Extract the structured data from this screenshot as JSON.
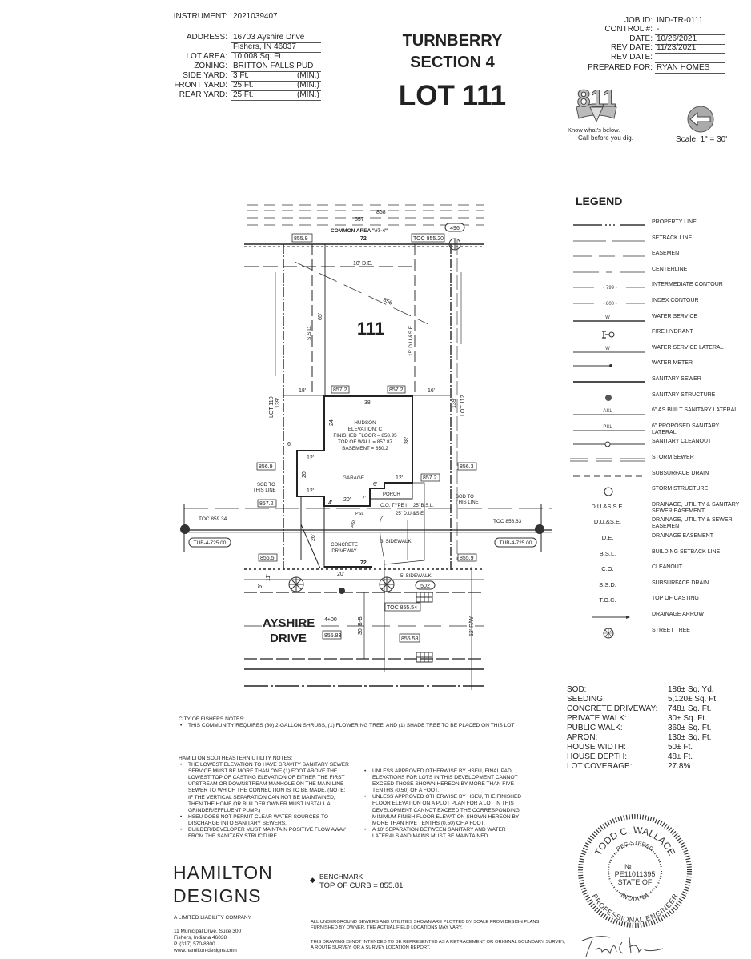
{
  "lot_info": {
    "instrument_label": "INSTRUMENT:",
    "instrument": "2021039407",
    "address_label": "ADDRESS:",
    "address_line1": "16703 Ayshire Drive",
    "address_line2": "Fishers, IN 46037",
    "lot_area_label": "LOT AREA:",
    "lot_area": "10,008 Sq. Ft.",
    "zoning_label": "ZONING:",
    "zoning": "BRITTON FALLS PUD",
    "side_yard_label": "SIDE YARD:",
    "side_yard": "3 Ft.",
    "front_yard_label": "FRONT YARD:",
    "front_yard": "25 Ft.",
    "rear_yard_label": "REAR YARD:",
    "rear_yard": "25 Ft.",
    "min_label": "(MIN.)"
  },
  "title": {
    "line1": "TURNBERRY",
    "line2": "SECTION 4",
    "line3": "LOT 111"
  },
  "job_info": {
    "job_id_label": "JOB ID:",
    "job_id": "IND-TR-0111",
    "control_label": "CONTROL #:",
    "control": "-",
    "date_label": "DATE:",
    "date": "10/26/2021",
    "rev_date_label": "REV DATE:",
    "rev_date": "11/23/2021",
    "rev_date2_label": "REV DATE:",
    "rev_date2": "",
    "prepared_for_label": "PREPARED FOR:",
    "prepared_for": "RYAN HOMES"
  },
  "logo_811": {
    "number": "811",
    "tagline1": "Know what's below.",
    "tagline2": "Call before you dig."
  },
  "scale": "Scale: 1\" = 30'",
  "plan": {
    "contour_858": "858",
    "contour_857": "857",
    "contour_856": "856",
    "common_area": "COMMON AREA \"#7-4\"",
    "structure_496": "496",
    "structure_502": "502",
    "rear_width": "72'",
    "front_width": "72'",
    "elev_rear_left": "855.9",
    "toc_rear": "TOC 855.20",
    "de_label": "10' D.E.",
    "lot_number": "111",
    "ssd_label": "S.S.D.",
    "rear_setback_dim": "65'",
    "rear_easement": "15' D.U.&S.E.",
    "side_left_dim": "18'",
    "side_right_dim": "16'",
    "elev_house_tl": "857.2",
    "elev_house_tr": "857.2",
    "house_width": "38'",
    "house_depth": "38'",
    "dim_24": "24'",
    "model": "HUDSON",
    "elevation": "ELEVATION: C",
    "finished_floor": "FINISHED FLOOR = 858.95",
    "top_of_wall": "TOP OF WALL = 857.87",
    "basement": "BASEMENT = 850.2",
    "garage": "GARAGE",
    "garage_12a": "12'",
    "garage_12b": "12'",
    "garage_20": "20'",
    "dim_6a": "6'",
    "dim_12c": "12'",
    "dim_6b": "6'",
    "porch": "PORCH",
    "dim_4": "4'",
    "dim_20b": "20'",
    "dim_7": "7'",
    "lot_110": "LOT 110",
    "lot_110_depth": "139'",
    "lot_112": "LOT 112",
    "lot_112_depth": "139'",
    "elev_left_side": "856.9",
    "elev_right_side": "856.3",
    "elev_left_front": "857.2",
    "elev_porch": "857.2",
    "sod_left1": "SOD TO",
    "sod_left2": "THIS LINE",
    "sod_right1": "SOD TO",
    "sod_right2": "THIS LINE",
    "co_type": "C.O. TYPE I",
    "bsl": "25' B.S.L.",
    "front_easement": "25' D.U.&S.E.",
    "psl": "PSL",
    "asl": "ASL",
    "toc_left": "TOC 859.34",
    "tub_left": "TUB-4-725.00",
    "toc_right": "TOC 856.63",
    "tub_right": "TUB-4-725.00",
    "driveway1": "CONCRETE",
    "driveway2": "DRIVEWAY",
    "driveway_dim": "26'",
    "sidewalk_3": "3' SIDEWALK",
    "elev_front_left": "856.5",
    "elev_front_right": "855.9",
    "dim_20c": "20'",
    "sidewalk_5": "5' SIDEWALK",
    "dim_11": "11'",
    "dim_5": "5'",
    "toc_front": "TOC 855.54",
    "street1": "AYSHIRE",
    "street2": "DRIVE",
    "station": "4+00",
    "elev_street": "855.83",
    "street_width": "30' B-B",
    "elev_street2": "855.58",
    "row": "52' R/W"
  },
  "legend": {
    "title": "LEGEND",
    "items": [
      {
        "symbol": "property",
        "label": "PROPERTY LINE"
      },
      {
        "symbol": "setback",
        "label": "SETBACK LINE"
      },
      {
        "symbol": "easement",
        "label": "EASEMENT"
      },
      {
        "symbol": "centerline",
        "label": "CENTERLINE"
      },
      {
        "symbol": "contour",
        "mark": "- 799 -",
        "label": "INTERMEDIATE CONTOUR"
      },
      {
        "symbol": "contour",
        "mark": "- 800 -",
        "label": "INDEX CONTOUR"
      },
      {
        "symbol": "lettered-heavy",
        "mark": "W",
        "label": "WATER SERVICE"
      },
      {
        "symbol": "hydrant",
        "label": "FIRE HYDRANT"
      },
      {
        "symbol": "lettered",
        "mark": "W",
        "label": "WATER SERVICE LATERAL"
      },
      {
        "symbol": "meter",
        "label": "WATER METER"
      },
      {
        "symbol": "heavy",
        "label": "SANITARY SEWER"
      },
      {
        "symbol": "dot",
        "label": "SANITARY STRUCTURE"
      },
      {
        "symbol": "lettered",
        "mark": "ASL",
        "label": "6\" AS BUILT SANITARY LATERAL"
      },
      {
        "symbol": "lettered",
        "mark": "PSL",
        "label": "6\" PROPOSED SANITARY LATERAL"
      },
      {
        "symbol": "cleanout",
        "label": "SANITARY CLEANOUT"
      },
      {
        "symbol": "storm",
        "label": "STORM SEWER"
      },
      {
        "symbol": "dashed",
        "label": "SUBSURFACE DRAIN"
      },
      {
        "symbol": "circle",
        "label": "STORM STRUCTURE"
      },
      {
        "symbol": "abbr",
        "mark": "D.U.&S.S.E.",
        "label": "DRAINAGE, UTILITY & SANITARY SEWER EASEMENT"
      },
      {
        "symbol": "abbr",
        "mark": "D.U.&S.E.",
        "label": "DRAINAGE, UTILITY & SEWER EASEMENT"
      },
      {
        "symbol": "abbr",
        "mark": "D.E.",
        "label": "DRAINAGE EASEMENT"
      },
      {
        "symbol": "abbr",
        "mark": "B.S.L.",
        "label": "BUILDING SETBACK LINE"
      },
      {
        "symbol": "abbr",
        "mark": "C.O.",
        "label": "CLEANOUT"
      },
      {
        "symbol": "abbr",
        "mark": "S.S.D.",
        "label": "SUBSURFACE DRAIN"
      },
      {
        "symbol": "abbr",
        "mark": "T.O.C.",
        "label": "TOP OF CASTING"
      },
      {
        "symbol": "arrow",
        "label": "DRAINAGE ARROW"
      },
      {
        "symbol": "tree",
        "label": "STREET TREE"
      }
    ]
  },
  "quantities": [
    {
      "label": "SOD:",
      "value": "186± Sq. Yd."
    },
    {
      "label": "SEEDING:",
      "value": "5,120± Sq. Ft."
    },
    {
      "label": "CONCRETE DRIVEWAY:",
      "value": "748± Sq. Ft."
    },
    {
      "label": "PRIVATE WALK:",
      "value": "30± Sq. Ft."
    },
    {
      "label": "PUBLIC WALK:",
      "value": "360± Sq. Ft."
    },
    {
      "label": "APRON:",
      "value": "130± Sq. Ft."
    },
    {
      "label": "HOUSE WIDTH:",
      "value": "50± Ft."
    },
    {
      "label": "HOUSE DEPTH:",
      "value": "48± Ft."
    },
    {
      "label": "LOT COVERAGE:",
      "value": "27.8%"
    }
  ],
  "city_notes": {
    "title": "CITY OF FISHERS NOTES:",
    "items": [
      "THIS COMMUNITY REQUIRES (30) 2-GALLON SHRUBS, (1) FLOWERING TREE, AND (1) SHADE TREE TO BE PLACED ON THIS LOT"
    ]
  },
  "utility_notes": {
    "title": "HAMILTON SOUTHEASTERN UTILITY NOTES:",
    "left": [
      "THE LOWEST ELEVATION TO HAVE GRAVITY SANITARY SEWER SERVICE MUST BE MORE THAN ONE (1) FOOT ABOVE THE LOWEST TOP OF CASTING ELEVATION OF EITHER THE FIRST UPSTREAM OR DOWNSTREAM MANHOLE ON THE MAIN LINE SEWER TO WHICH THE CONNECTION IS TO BE MADE. (NOTE: IF THE VERTICAL SEPARATION CAN NOT BE MAINTAINED, THEN THE HOME OR BUILDER OWNER MUST INSTALL A GRINDER/EFFLUENT PUMP.)",
      "HSEU DOES NOT PERMIT CLEAR WATER SOURCES TO DISCHARGE INTO SANITARY SEWERS.",
      "BUILDER/DEVELOPER MUST MAINTAIN POSITIVE FLOW AWAY FROM THE SANITARY STRUCTURE."
    ],
    "right": [
      "UNLESS APPROVED OTHERWISE BY HSEU, FINAL PAD ELEVATIONS FOR LOTS IN THIS DEVELOPMENT CANNOT EXCEED THOSE SHOWN HEREON BY MORE THAN FIVE TENTHS (0.50) OF A FOOT.",
      "UNLESS APPROVED OTHERWISE BY HSEU, THE FINISHED FLOOR ELEVATION ON A PLOT PLAN FOR A LOT IN THIS DEVELOPMENT CANNOT EXCEED THE CORRESPONDING MINIMUM FINISH FLOOR ELEVATION SHOWN HEREON BY MORE THAN FIVE TENTHS (0.50) OF A FOOT.",
      "A 10' SEPARATION BETWEEN SANITARY AND WATER LATERALS AND MAINS MUST BE MAINTAINED."
    ]
  },
  "company": {
    "name1": "HAMILTON",
    "name2": "DESIGNS",
    "type": "A LIMITED LIABILITY COMPANY",
    "address1": "11 Municipal Drive, Suite 300",
    "address2": "Fishers, Indiana 46038",
    "phone": "P. (317) 570-8800",
    "website": "www.hamilton-designs.com"
  },
  "benchmark": {
    "title": "BENCHMARK",
    "value": "TOP OF CURB = 855.81"
  },
  "disclaimers": [
    "ALL UNDERGROUND SEWERS AND UTILITIES SHOWN ARE PLOTTED BY SCALE FROM DESIGN PLANS FURNISHED BY OWNER.  THE ACTUAL FIELD LOCATIONS MAY VARY.",
    "THIS DRAWING IS NOT INTENDED TO BE REPRESENTED AS A RETRACEMENT OR ORIGINAL BOUNDARY SURVEY, A ROUTE SURVEY, OR A SURVEY LOCATION REPORT."
  ],
  "seal": {
    "name": "TODD C. WALLACE",
    "registered": "REGISTERED",
    "no": "№",
    "number": "PE11011395",
    "state_of": "STATE OF",
    "state": "INDIANA",
    "profession": "PROFESSIONAL ENGINEER"
  },
  "colors": {
    "ink": "#222222",
    "paper": "#ffffff"
  }
}
